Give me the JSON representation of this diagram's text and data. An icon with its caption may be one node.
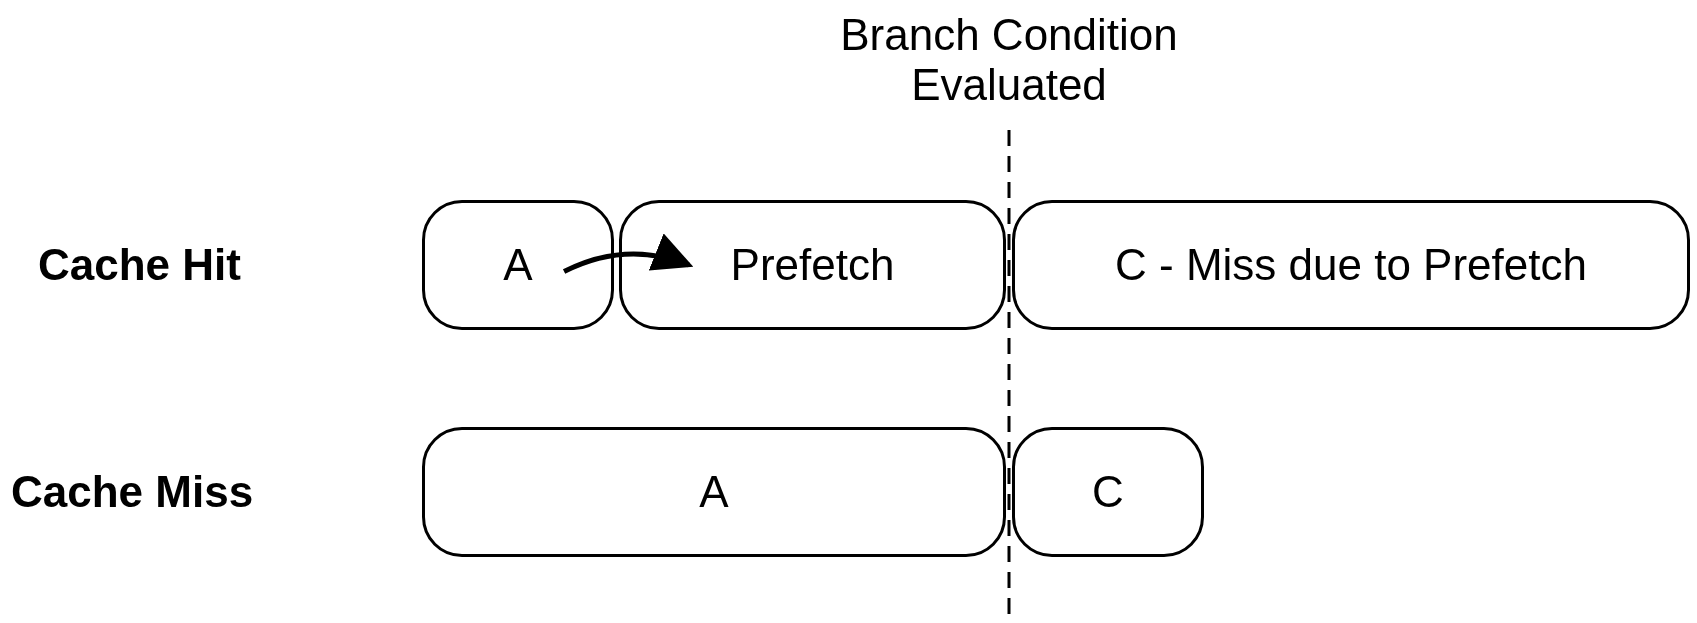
{
  "diagram": {
    "nodes": [
      {
        "text": [
          "A"
        ]
      },
      {
        "text": [
          "Prefetch"
        ]
      },
      {
        "text": [
          "C - Miss due to Prefetch"
        ]
      },
      {
        "text": [
          "A"
        ]
      },
      {
        "text": [
          "C"
        ]
      }
    ],
    "edges": [
      {
        "from": 0,
        "to": 1,
        "arrow": "to"
      }
    ],
    "labels": [
      "Branch Condition Evaluated",
      "Cache Hit",
      "Cache Miss"
    ]
  }
}
